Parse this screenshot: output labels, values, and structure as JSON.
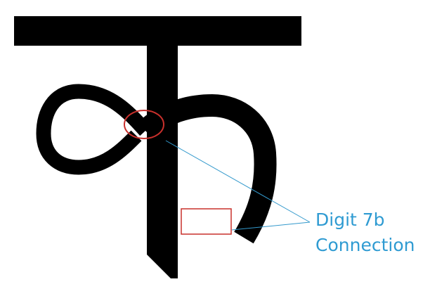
{
  "diagram": {
    "annotation": {
      "line1": "Digit 7b",
      "line2": "Connection"
    },
    "colors": {
      "glyph": "#000000",
      "marker": "#c9302c",
      "leader": "#3399cc",
      "label": "#2f9bd2",
      "background": "#ffffff"
    },
    "markers": [
      {
        "shape": "ellipse",
        "name": "connection-highlight-ellipse"
      },
      {
        "shape": "rectangle",
        "name": "connection-highlight-rectangle"
      }
    ]
  }
}
